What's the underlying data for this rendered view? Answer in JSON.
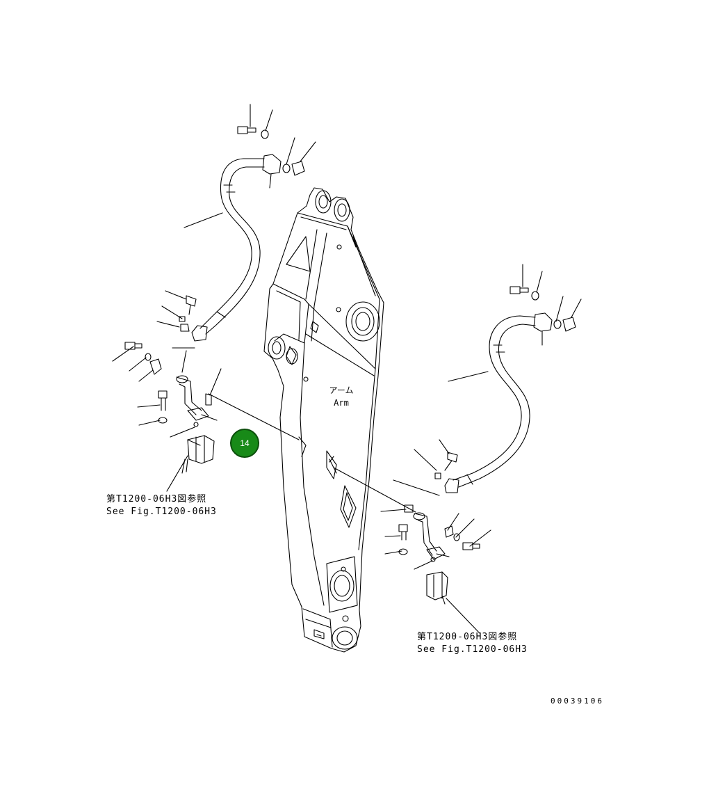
{
  "arm": {
    "label_jp": "アーム",
    "label_en": "Arm"
  },
  "refs": {
    "left": {
      "line_jp": "第T1200-06H3図参照",
      "line_en": "See Fig.T1200-06H3"
    },
    "right": {
      "line_jp": "第T1200-06H3図参照",
      "line_en": "See Fig.T1200-06H3"
    }
  },
  "callout": {
    "label": "14",
    "color": "#188a18"
  },
  "drawing_id": "00039106"
}
